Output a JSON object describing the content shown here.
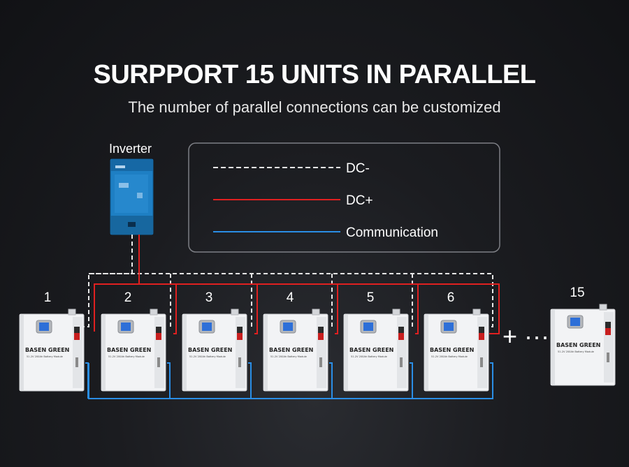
{
  "title": "SURPPORT 15 UNITS IN PARALLEL",
  "subtitle": "The number of parallel connections can be customized",
  "inverter_label": "Inverter",
  "legend": {
    "dc_minus": "DC-",
    "dc_plus": "DC+",
    "communication": "Communication"
  },
  "batteries": [
    {
      "number": "1"
    },
    {
      "number": "2"
    },
    {
      "number": "3"
    },
    {
      "number": "4"
    },
    {
      "number": "5"
    },
    {
      "number": "6"
    },
    {
      "number": "15"
    }
  ],
  "battery_brand": "BASEN GREEN",
  "battery_model": "51.2V 200Ah Battery Module",
  "continuation": "+ ···",
  "colors": {
    "dc_minus": "#e8e8e8",
    "dc_plus": "#e02020",
    "communication": "#2a8ee6",
    "inverter_blue": "#1e7fc4"
  }
}
